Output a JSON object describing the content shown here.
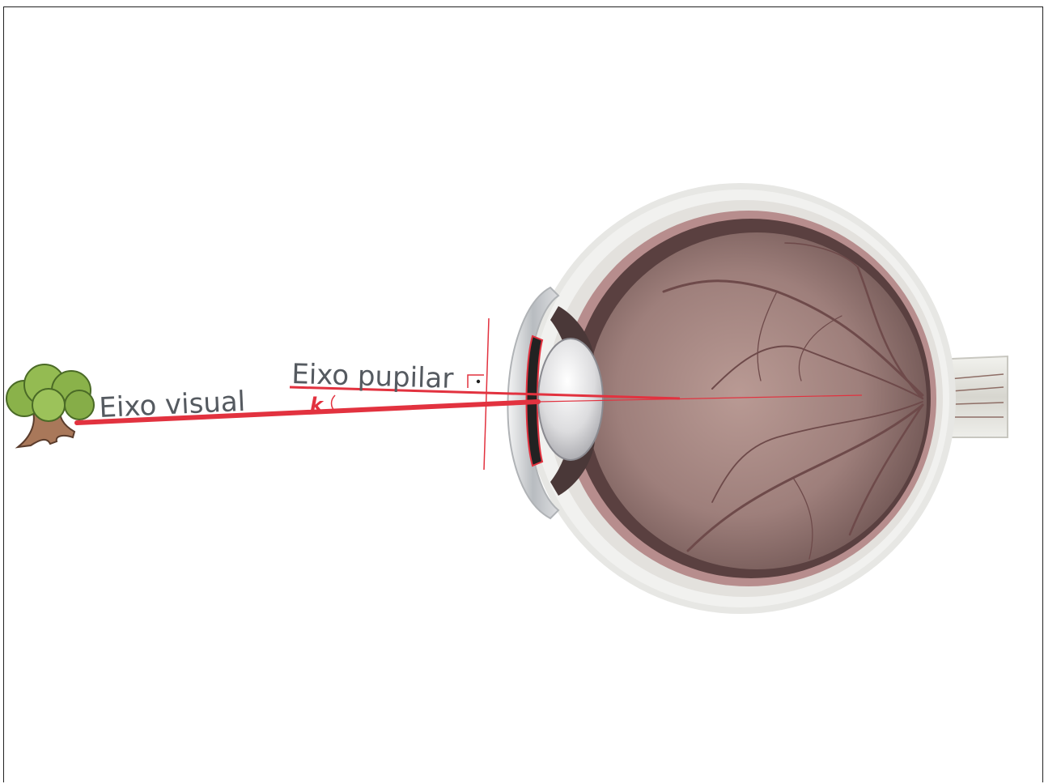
{
  "labels": {
    "pupillary_axis": "Eixo pupilar",
    "visual_axis": "Eixo visual",
    "angle": "k"
  },
  "colors": {
    "axis_red": "#e2323f",
    "label_gray": "#555a60",
    "sclera": "#e9e9e7",
    "choroid": "#b58a8c",
    "retina": "#8c6e6c",
    "vessel": "#6e4a4a",
    "tree_leaf": "#8ab24a",
    "tree_trunk": "#a9785a"
  },
  "icons": {
    "object": "tree-icon",
    "right_angle": "right-angle-marker-icon"
  }
}
